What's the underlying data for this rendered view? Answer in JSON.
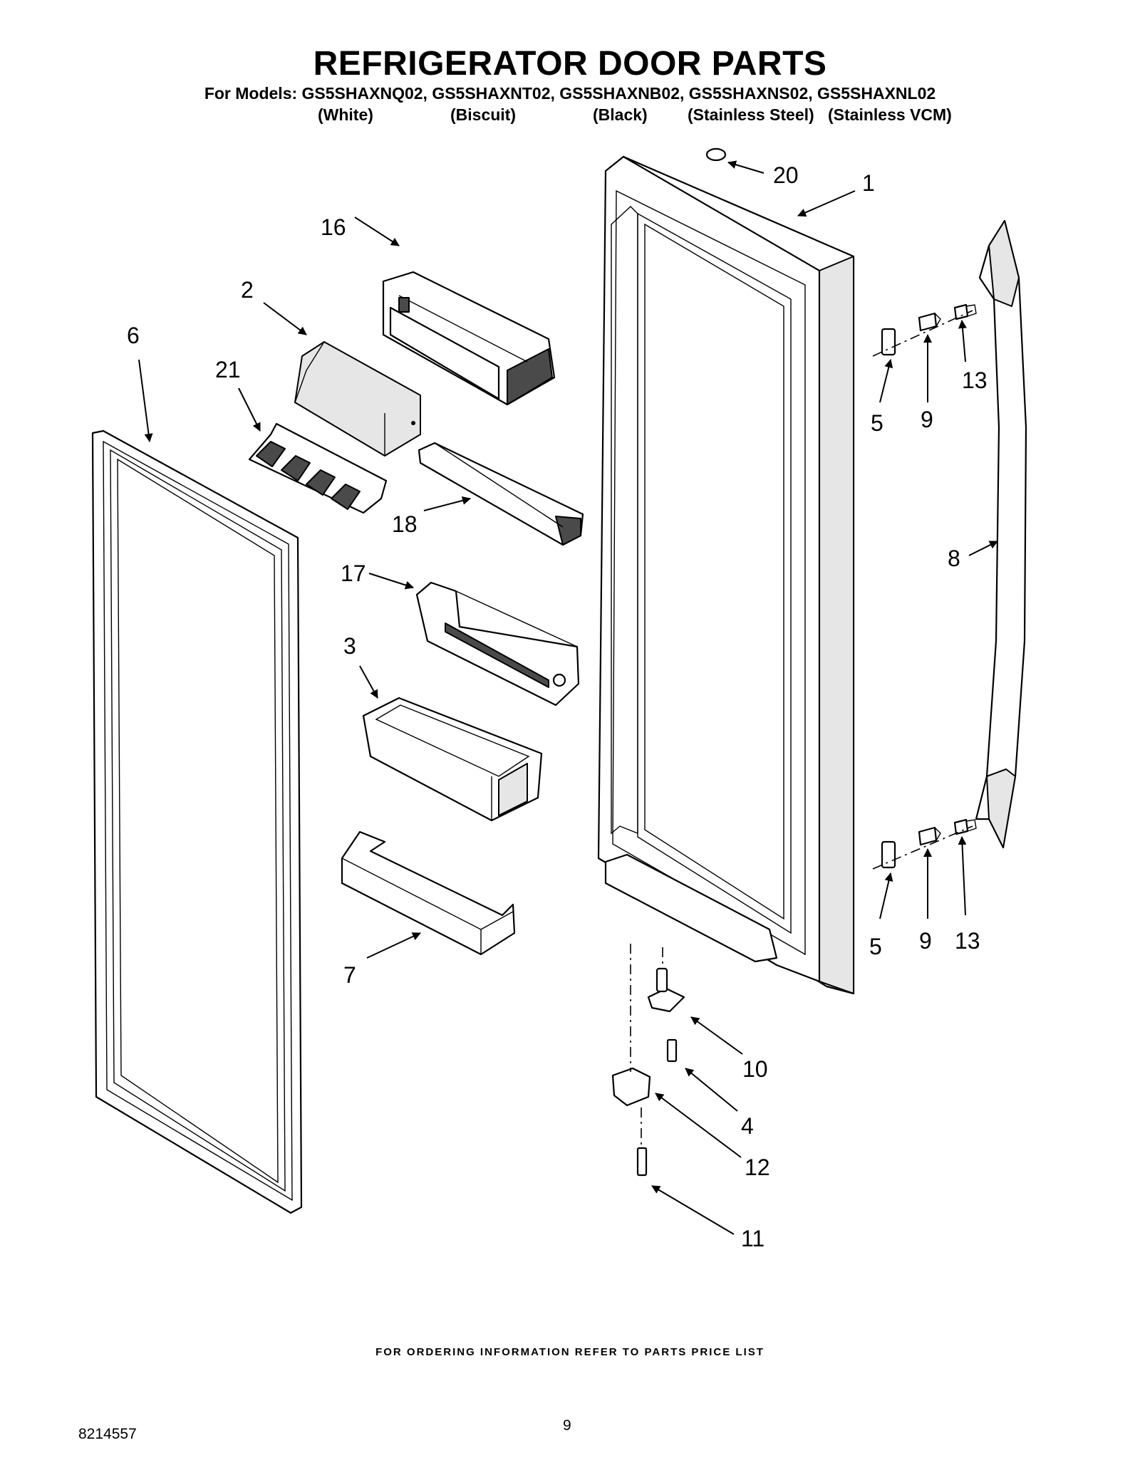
{
  "header": {
    "title": "REFRIGERATOR DOOR PARTS",
    "models_line": "For Models: GS5SHAXNQ02, GS5SHAXNT02, GS5SHAXNB02, GS5SHAXNS02, GS5SHAXNL02",
    "colors": [
      "(White)",
      "(Biscuit)",
      "(Black)",
      "(Stainless Steel)",
      "(Stainless VCM)"
    ]
  },
  "callouts": {
    "c1": "1",
    "c2": "2",
    "c3": "3",
    "c4": "4",
    "c5a": "5",
    "c5b": "5",
    "c6": "6",
    "c7": "7",
    "c8": "8",
    "c9a": "9",
    "c9b": "9",
    "c10": "10",
    "c11": "11",
    "c12": "12",
    "c13a": "13",
    "c13b": "13",
    "c16": "16",
    "c17": "17",
    "c18": "18",
    "c20": "20",
    "c21": "21"
  },
  "footer": {
    "ordering_note": "FOR ORDERING INFORMATION REFER TO PARTS PRICE LIST",
    "doc_number": "8214557",
    "page_number": "9"
  }
}
